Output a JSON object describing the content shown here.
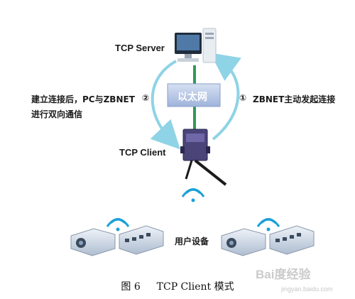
{
  "nodes": {
    "server_label": "TCP Server",
    "client_label": "TCP Client",
    "ethernet_label": "以太网",
    "users_label": "用户设备"
  },
  "annotations": {
    "left_number": "②",
    "left_line1": "建立连接后，PC与ZBNET",
    "left_line2": "进行双向通信",
    "right_number": "①",
    "right_text": "ZBNET主动发起连接"
  },
  "caption": {
    "figure": "图 6",
    "title": "TCP Client 模式"
  },
  "watermark": {
    "brand": "Bai度经验",
    "url": "jingyan.baidu.com"
  },
  "colors": {
    "arrow": "#8fd3e6",
    "ethernet_box": "#b9c8e6",
    "cable": "#2e9b55",
    "signal": "#1aa0d8",
    "device_body": "#c7d3e2",
    "device_dark": "#3b4a5c"
  },
  "icons": [
    "computer-icon",
    "wifi-router-icon",
    "wifi-signal-icon",
    "network-switch-icon",
    "projector-icon"
  ]
}
